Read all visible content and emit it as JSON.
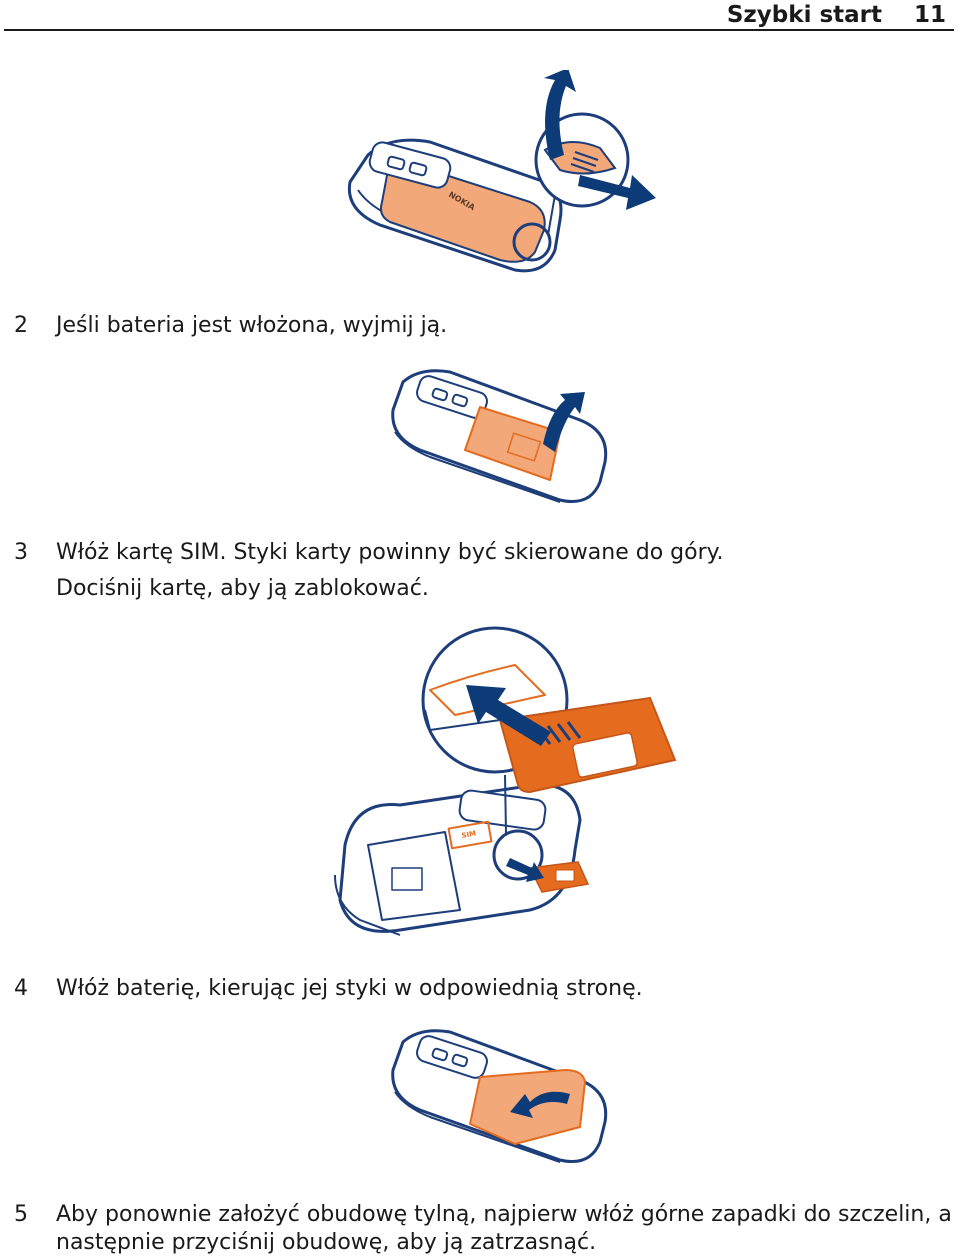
{
  "header": {
    "title": "Szybki start",
    "page_number": "11"
  },
  "steps": [
    {
      "number": "2",
      "lines": [
        "Jeśli bateria jest włożona, wyjmij ją."
      ]
    },
    {
      "number": "3",
      "lines": [
        "Włóż kartę SIM. Styki karty powinny być skierowane do góry.",
        "Dociśnij kartę, aby ją zablokować."
      ]
    },
    {
      "number": "4",
      "lines": [
        "Włóż baterię, kierując jej styki w odpowiednią stronę."
      ]
    },
    {
      "number": "5",
      "lines": [
        "Aby ponownie założyć obudowę tylną, najpierw włóż górne zapadki do szczelin, a",
        "następnie przyciśnij obudowę, aby ją zatrzasnąć."
      ]
    }
  ],
  "illustration_text": {
    "logo": "NOKIA",
    "sim_label": "SIM"
  },
  "colors": {
    "outline": "#1d3e7a",
    "part_fill": "#f2a878",
    "sim_orange": "#e56b1f",
    "arrow": "#0d3b78"
  }
}
